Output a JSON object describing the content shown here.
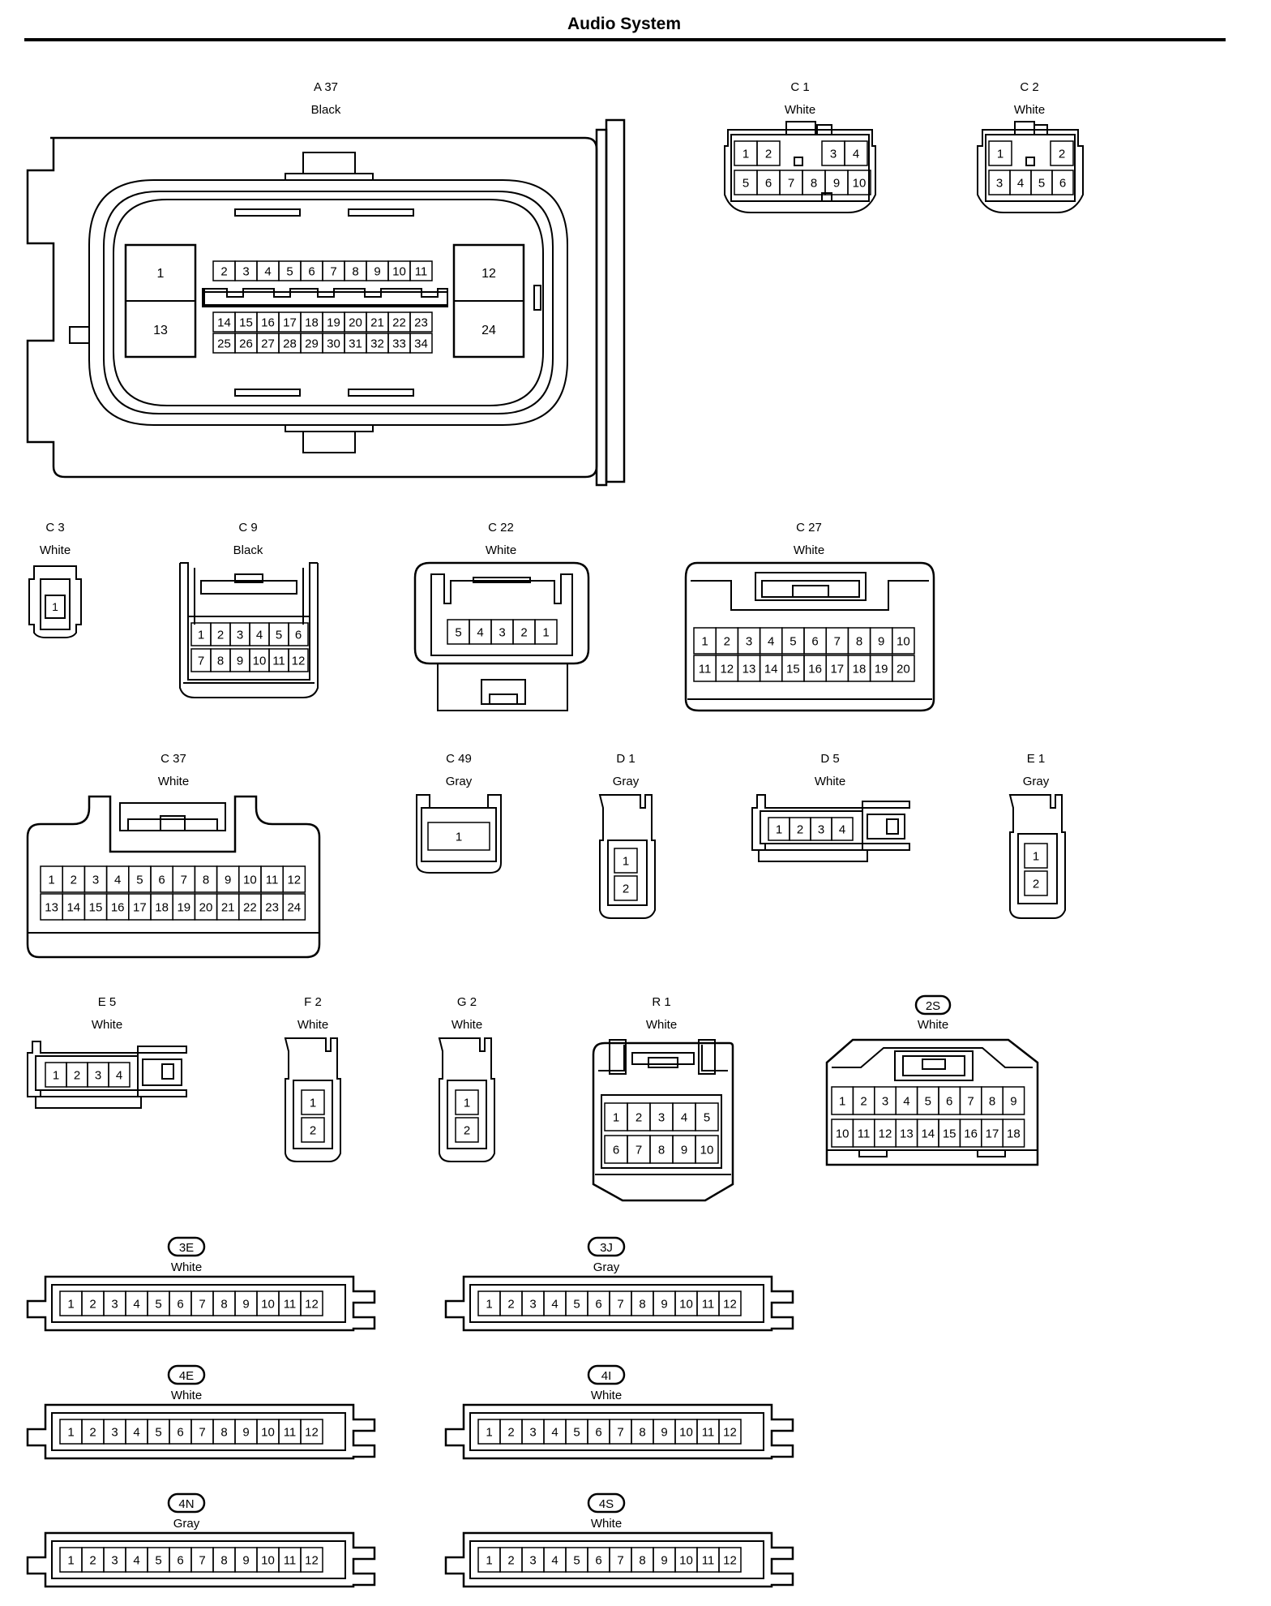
{
  "page": {
    "title": "Audio System"
  },
  "connectors": {
    "A37": {
      "id": "A 37",
      "color": "Black"
    },
    "C1": {
      "id": "C 1",
      "color": "White"
    },
    "C2": {
      "id": "C 2",
      "color": "White"
    },
    "C3": {
      "id": "C 3",
      "color": "White"
    },
    "C9": {
      "id": "C 9",
      "color": "Black"
    },
    "C22": {
      "id": "C 22",
      "color": "White"
    },
    "C27": {
      "id": "C 27",
      "color": "White"
    },
    "C37": {
      "id": "C 37",
      "color": "White"
    },
    "C49": {
      "id": "C 49",
      "color": "Gray"
    },
    "D1": {
      "id": "D 1",
      "color": "Gray"
    },
    "D5": {
      "id": "D 5",
      "color": "White"
    },
    "E1": {
      "id": "E 1",
      "color": "Gray"
    },
    "E5": {
      "id": "E 5",
      "color": "White"
    },
    "F2": {
      "id": "F 2",
      "color": "White"
    },
    "G2": {
      "id": "G 2",
      "color": "White"
    },
    "R1": {
      "id": "R 1",
      "color": "White"
    },
    "2S": {
      "id": "2S",
      "color": "White"
    },
    "3E": {
      "id": "3E",
      "color": "White"
    },
    "3J": {
      "id": "3J",
      "color": "Gray"
    },
    "4E": {
      "id": "4E",
      "color": "White"
    },
    "4I": {
      "id": "4I",
      "color": "White"
    },
    "4N": {
      "id": "4N",
      "color": "Gray"
    },
    "4S": {
      "id": "4S",
      "color": "White"
    }
  }
}
